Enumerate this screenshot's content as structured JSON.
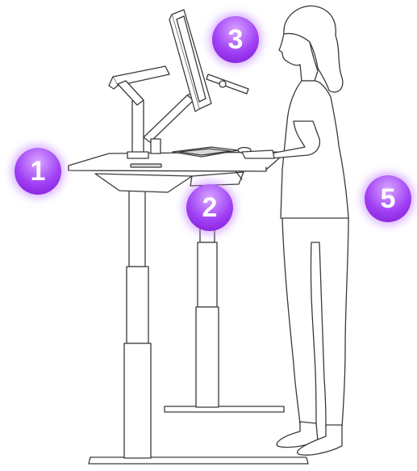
{
  "colors": {
    "badge_gradient_top": "#d9a6ff",
    "badge_gradient_mid": "#a040f5",
    "badge_gradient_bottom": "#7d18cf",
    "line_art": "#3a3a3a",
    "background": "#ffffff"
  },
  "badges": [
    {
      "id": "1",
      "label": "1"
    },
    {
      "id": "2",
      "label": "2"
    },
    {
      "id": "3",
      "label": "3"
    },
    {
      "id": "5",
      "label": "5"
    }
  ]
}
